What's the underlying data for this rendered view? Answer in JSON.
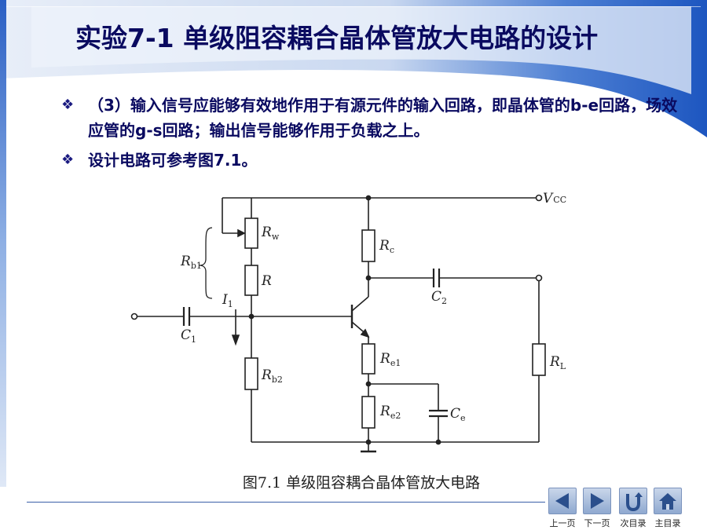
{
  "slide": {
    "title": "实验7-1  单级阻容耦合晶体管放大电路的设计",
    "bullets": [
      "（3）输入信号应能够有效地作用于有源元件的输入回路，即晶体管的b-e回路，场效应管的g-s回路；输出信号能够作用于负载之上。",
      "设计电路可参考图7.1。"
    ],
    "bullet_marker": "❖"
  },
  "diagram": {
    "labels": {
      "vcc_main": "V",
      "vcc_sub": "CC",
      "rw_main": "R",
      "rw_sub": "w",
      "rb1_main": "R",
      "rb1_sub": "b1",
      "r_main": "R",
      "i1_main": "I",
      "i1_sub": "1",
      "c1_main": "C",
      "c1_sub": "1",
      "rb2_main": "R",
      "rb2_sub": "b2",
      "rc_main": "R",
      "rc_sub": "c",
      "c2_main": "C",
      "c2_sub": "2",
      "re1_main": "R",
      "re1_sub": "e1",
      "re2_main": "R",
      "re2_sub": "e2",
      "ce_main": "C",
      "ce_sub": "e",
      "rl_main": "R",
      "rl_sub": "L"
    },
    "caption": "图7.1  单级阻容耦合晶体管放大电路"
  },
  "nav": {
    "prev_label": "上一页",
    "next_label": "下一页",
    "sub_label": "次目录",
    "main_label": "主目录"
  },
  "colors": {
    "title_text": "#0a0a60",
    "decor_blue": "#2f63c4",
    "decor_light": "#dfe8f6"
  }
}
